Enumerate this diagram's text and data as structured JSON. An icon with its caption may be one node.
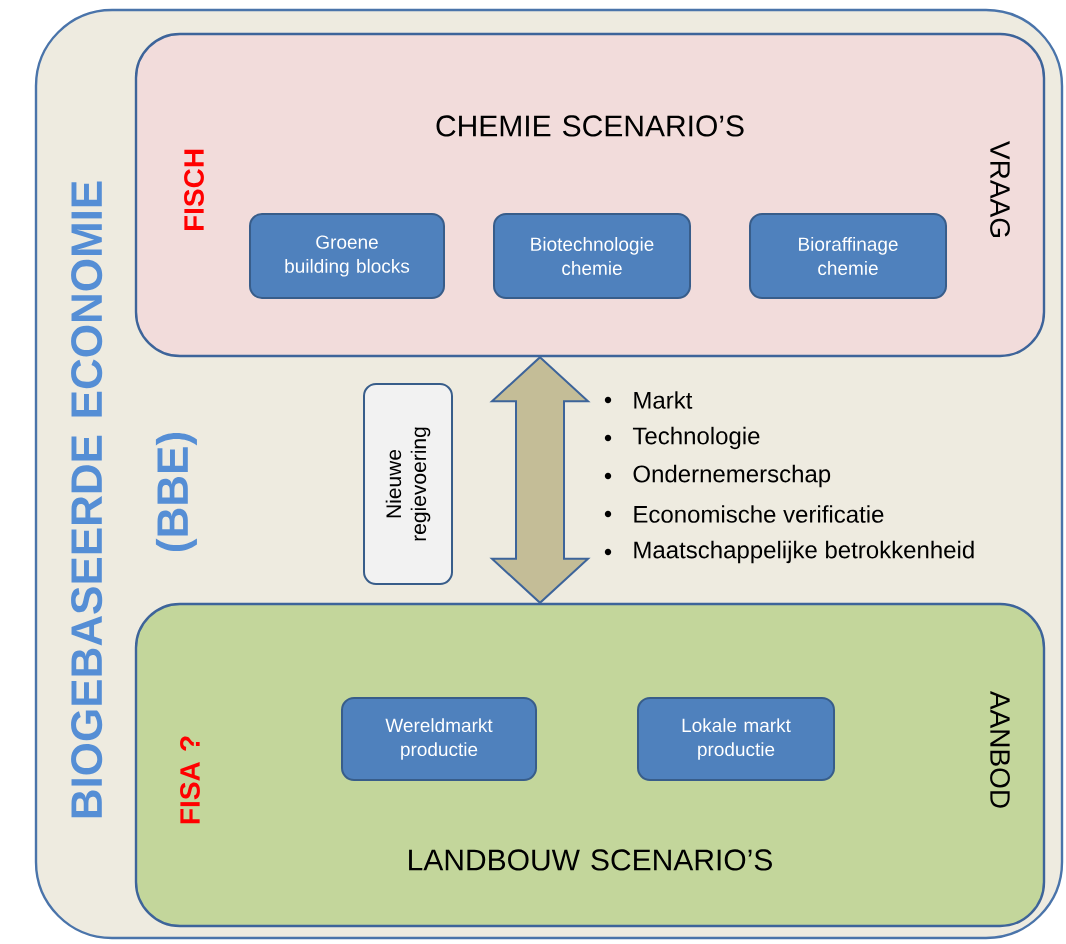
{
  "diagram": {
    "nodes": [
      {
        "text": [
          "BIOGEBASEERDE ECONOMIE (BBE)"
        ]
      },
      {
        "text": [
          "FISCH",
          "CHEMIE SCENARIO’S",
          "VRAAG"
        ],
        "in": 0
      },
      {
        "text": [
          "Groene building blocks"
        ],
        "in": 1
      },
      {
        "text": [
          "Biotechnologie chemie"
        ],
        "in": 1
      },
      {
        "text": [
          "Bioraffinage chemie"
        ],
        "in": 1
      },
      {
        "text": [
          "Nieuwe regievoering"
        ],
        "in": 0
      },
      {
        "text": [
          "FISA ?",
          "AANBOD",
          "LANDBOUW SCENARIO’S"
        ],
        "in": 0
      },
      {
        "text": [
          "Wereldmarkt productie"
        ],
        "in": 6
      },
      {
        "text": [
          "Lokale markt productie"
        ],
        "in": 6
      }
    ],
    "edges": [
      {
        "from": 1,
        "to": 6,
        "arrow": "both",
        "color": "#c4bd97"
      }
    ],
    "labels": [
      "Markt",
      "Technologie",
      "Ondernemerschap",
      "Economische verificatie",
      "Maatschappelijke betrokkenheid"
    ]
  }
}
